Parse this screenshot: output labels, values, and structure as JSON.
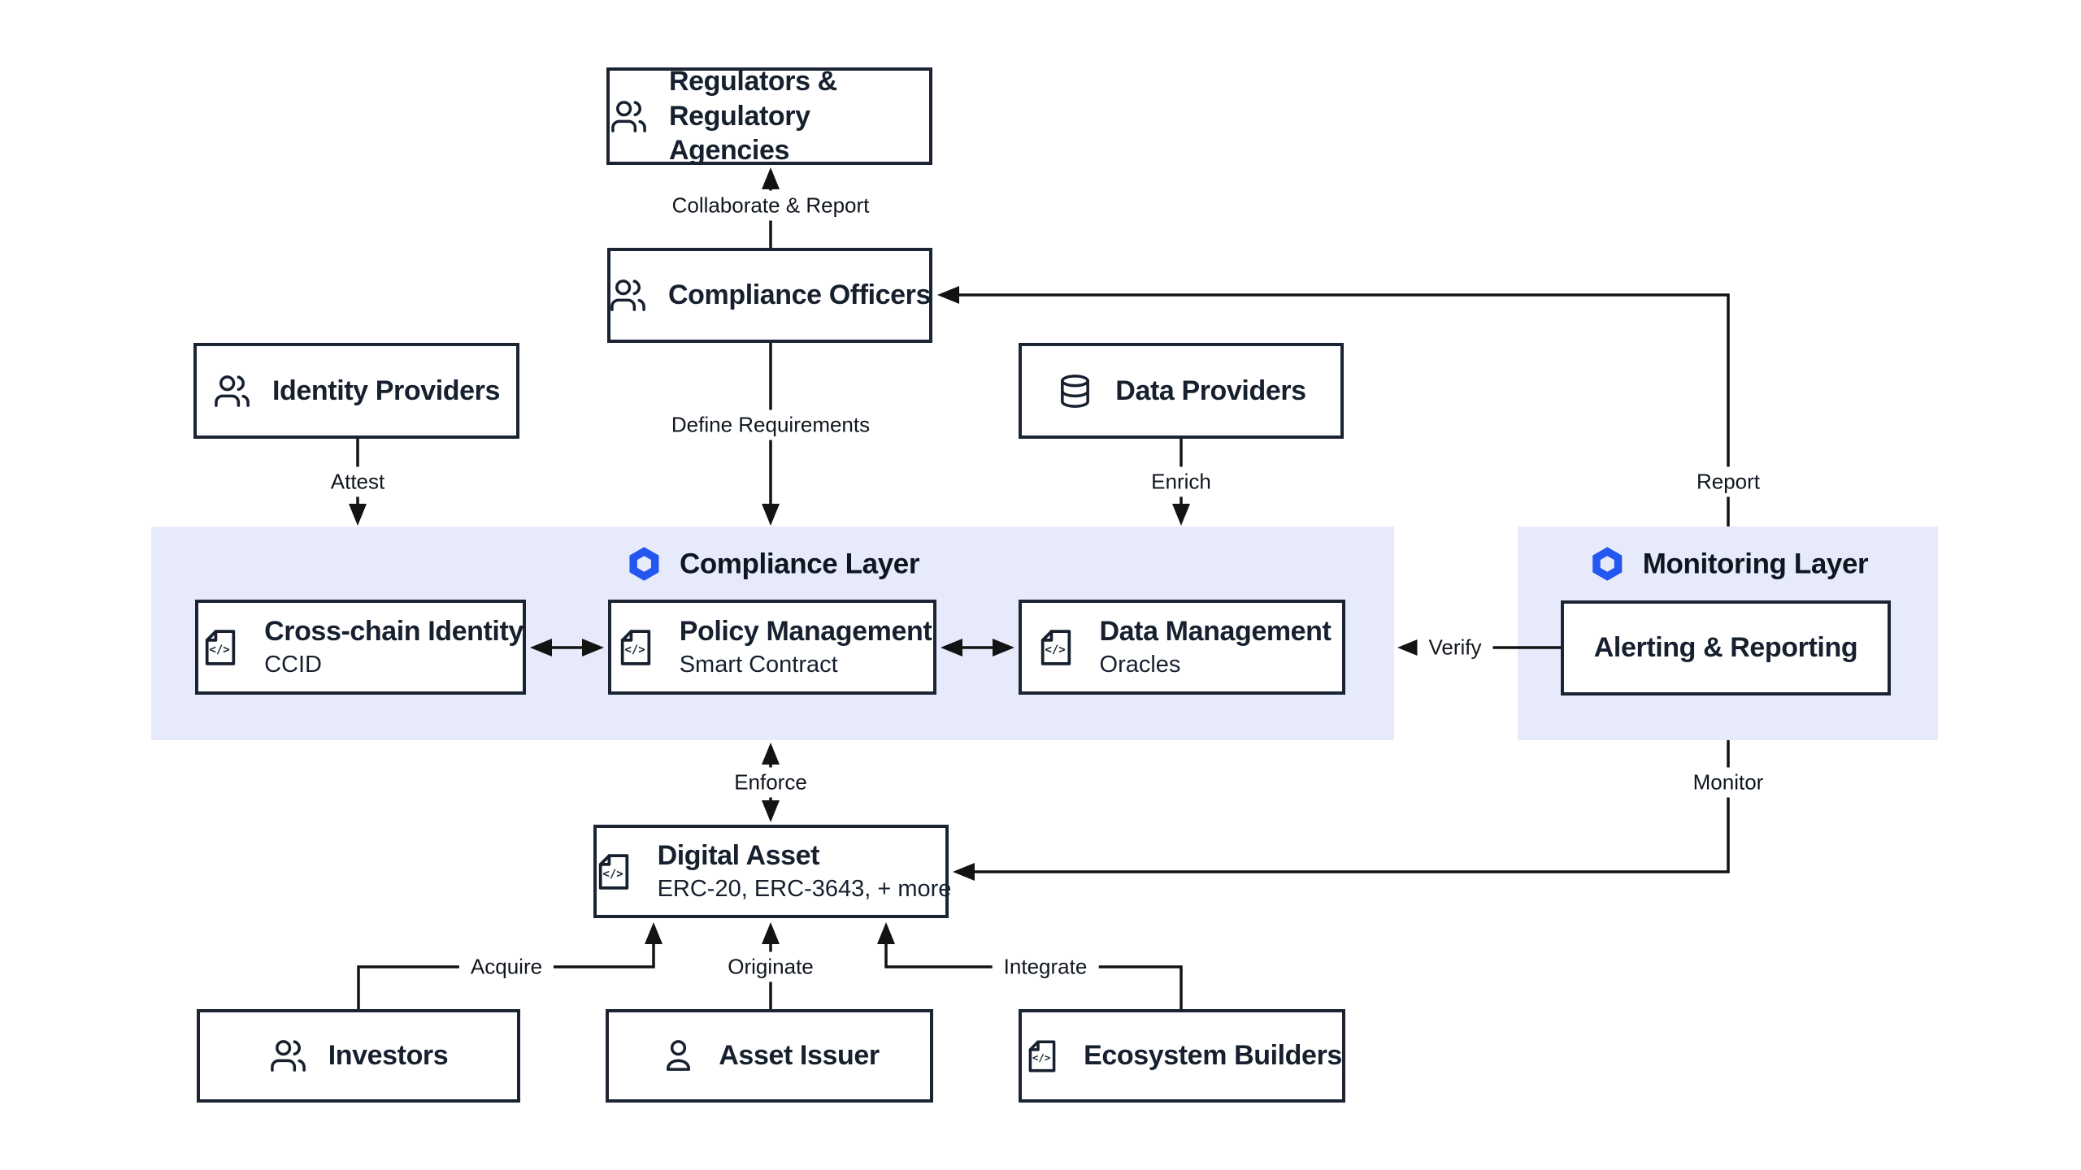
{
  "colors": {
    "background": "#FFFFFF",
    "layer_band": "#E6EAFB",
    "box_border": "#1B2433",
    "text_ink": "#16202E",
    "connector_line": "#131313",
    "hexagon_blue": "#2456F0"
  },
  "layers": {
    "compliance": {
      "label": "Compliance Layer",
      "icon": "chainlink-hexagon-icon"
    },
    "monitoring": {
      "label": "Monitoring Layer",
      "icon": "chainlink-hexagon-icon"
    }
  },
  "nodes": {
    "regulators": {
      "line1": "Regulators &",
      "line2": "Regulatory Agencies",
      "icon": "users-icon"
    },
    "compliance_officers": {
      "label": "Compliance Officers",
      "icon": "users-icon"
    },
    "identity_providers": {
      "label": "Identity Providers",
      "icon": "users-icon"
    },
    "data_providers": {
      "label": "Data Providers",
      "icon": "database-icon"
    },
    "ccid": {
      "title": "Cross-chain Identity",
      "subtitle": "CCID",
      "icon": "code-file-icon"
    },
    "policy": {
      "title": "Policy Management",
      "subtitle": "Smart Contract",
      "icon": "code-file-icon"
    },
    "data_mgmt": {
      "title": "Data Management",
      "subtitle": "Oracles",
      "icon": "code-file-icon"
    },
    "alerting": {
      "label": "Alerting & Reporting"
    },
    "digital_asset": {
      "title": "Digital Asset",
      "subtitle": "ERC-20, ERC-3643, + more",
      "icon": "code-file-icon"
    },
    "investors": {
      "label": "Investors",
      "icon": "users-icon"
    },
    "asset_issuer": {
      "label": "Asset Issuer",
      "icon": "user-icon"
    },
    "ecosystem_builders": {
      "label": "Ecosystem Builders",
      "icon": "code-file-icon"
    }
  },
  "edges": {
    "collaborate": "Collaborate & Report",
    "define": "Define Requirements",
    "attest": "Attest",
    "enrich": "Enrich",
    "report": "Report",
    "verify": "Verify",
    "enforce": "Enforce",
    "monitor": "Monitor",
    "acquire": "Acquire",
    "originate": "Originate",
    "integrate": "Integrate"
  }
}
